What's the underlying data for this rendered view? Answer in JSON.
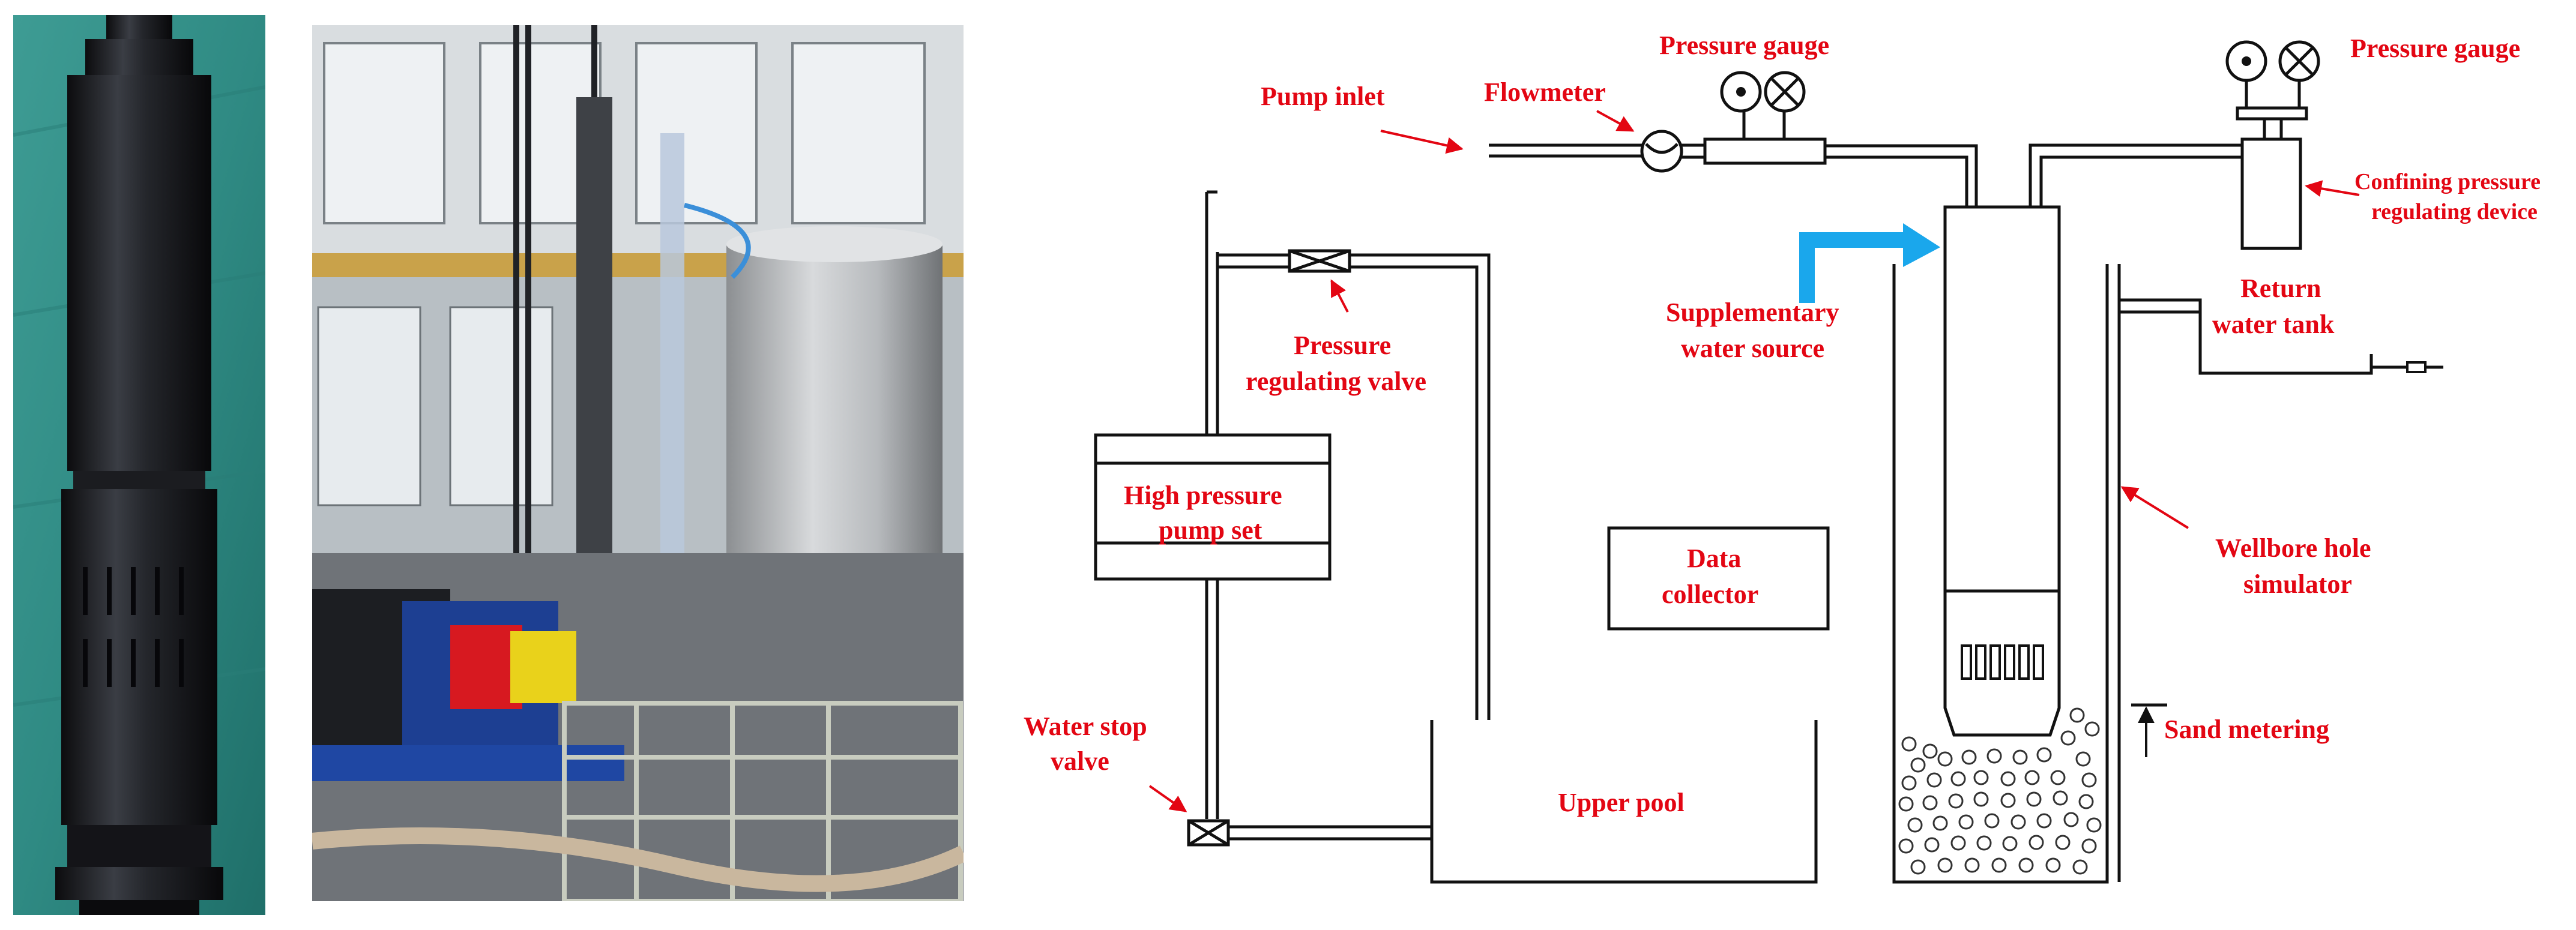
{
  "labels": {
    "pump_inlet": "Pump inlet",
    "flowmeter": "Flowmeter",
    "pressure_gauge_1": "Pressure gauge",
    "pressure_gauge_2": "Pressure gauge",
    "confining_1": "Confining pressure",
    "confining_2": "regulating device",
    "supplementary_1": "Supplementary",
    "supplementary_2": "water source",
    "return_1": "Return",
    "return_2": "water tank",
    "pressure_valve_1": "Pressure",
    "pressure_valve_2": "regulating valve",
    "hp_pump_1": "High pressure",
    "hp_pump_2": "pump set",
    "data_collector_1": "Data",
    "data_collector_2": "collector",
    "wellbore_1": "Wellbore hole",
    "wellbore_2": "simulator",
    "water_stop_1": "Water stop",
    "water_stop_2": "valve",
    "sand_metering": "Sand metering",
    "upper_pool": "Upper pool"
  },
  "colors": {
    "label_red": "#e30613",
    "supplementary_blue": "#1aa7ec",
    "line_black": "#111111"
  }
}
